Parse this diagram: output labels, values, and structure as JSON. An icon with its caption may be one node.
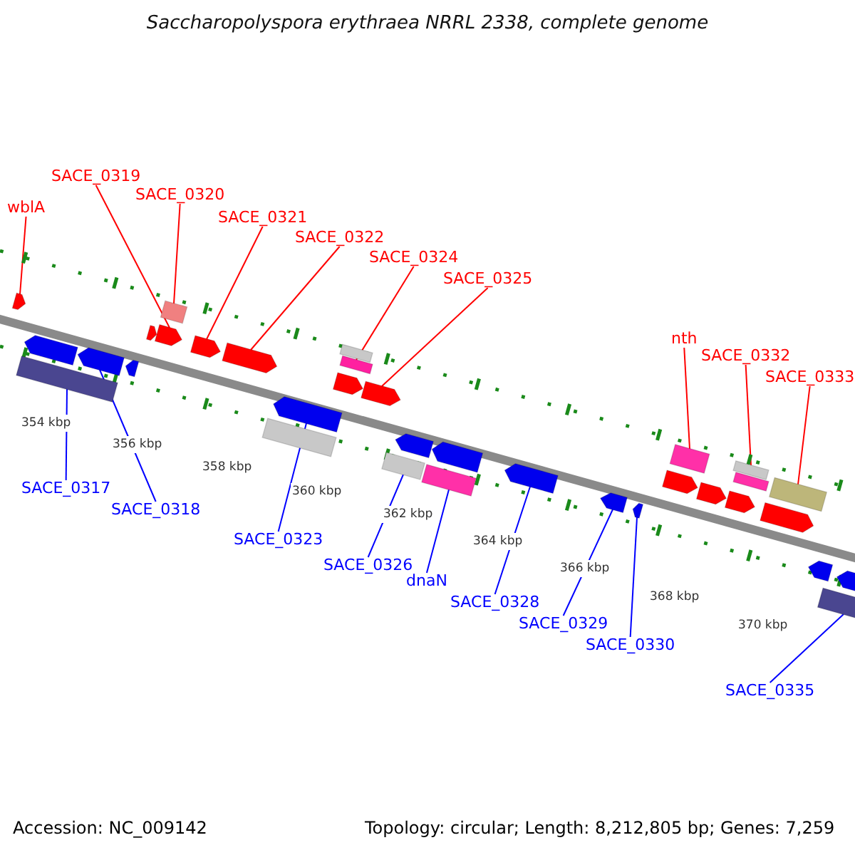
{
  "diagram": {
    "title": "Saccharopolyspora erythraea NRRL 2338, complete genome",
    "nodes": [
      {
        "text": [
          "wblA"
        ]
      },
      {
        "text": [
          "SACE_0319"
        ]
      },
      {
        "text": [
          "SACE_0320"
        ]
      },
      {
        "text": [
          "SACE_0321"
        ]
      },
      {
        "text": [
          "SACE_0322"
        ]
      },
      {
        "text": [
          "SACE_0324"
        ]
      },
      {
        "text": [
          "SACE_0325"
        ]
      },
      {
        "text": [
          "nth"
        ]
      },
      {
        "text": [
          "SACE_0332"
        ]
      },
      {
        "text": [
          "SACE_0333"
        ]
      },
      {
        "text": [
          "SACE_0317"
        ]
      },
      {
        "text": [
          "SACE_0318"
        ]
      },
      {
        "text": [
          "SACE_0323"
        ]
      },
      {
        "text": [
          "SACE_0326"
        ]
      },
      {
        "text": [
          "dnaN"
        ]
      },
      {
        "text": [
          "SACE_0328"
        ]
      },
      {
        "text": [
          "SACE_0329"
        ]
      },
      {
        "text": [
          "SACE_0330"
        ]
      },
      {
        "text": [
          "SACE_0335"
        ]
      },
      {
        "text": [],
        "shape": "arrow"
      },
      {
        "text": [],
        "shape": "arrow"
      },
      {
        "text": [],
        "shape": "bar"
      },
      {
        "text": [],
        "shape": "arrow"
      },
      {
        "text": [],
        "shape": "arrow"
      },
      {
        "text": [],
        "shape": "bar"
      },
      {
        "text": [],
        "shape": "arrow"
      },
      {
        "text": [],
        "shape": "bar"
      },
      {
        "text": [],
        "shape": "bar"
      },
      {
        "text": [],
        "shape": "bar"
      },
      {
        "text": [],
        "shape": "bar"
      },
      {
        "text": [],
        "shape": "arrow"
      },
      {
        "text": [],
        "shape": "arrow"
      },
      {
        "text": [],
        "shape": "bar"
      },
      {
        "text": [],
        "shape": "bar"
      },
      {
        "text": [],
        "shape": "arrow"
      },
      {
        "text": [],
        "shape": "arrow"
      },
      {
        "text": [],
        "shape": "arrow"
      },
      {
        "text": [],
        "shape": "bar"
      },
      {
        "text": [],
        "shape": "arrow"
      },
      {
        "text": [],
        "shape": "bar"
      },
      {
        "text": [],
        "shape": "arrow"
      },
      {
        "text": [],
        "shape": "arrow"
      },
      {
        "text": [],
        "shape": "arrow"
      },
      {
        "text": [],
        "shape": "arrow"
      },
      {
        "text": [],
        "shape": "bar"
      },
      {
        "text": [],
        "shape": "arrow"
      },
      {
        "text": [],
        "shape": "arrow"
      },
      {
        "text": [],
        "shape": "arrow"
      },
      {
        "text": [],
        "shape": "bar"
      },
      {
        "text": [],
        "shape": "arrow"
      },
      {
        "text": [],
        "shape": "arrow"
      },
      {
        "text": [],
        "shape": "arrow"
      },
      {
        "text": [],
        "shape": "arrow"
      }
    ],
    "edges": [
      {
        "from": 0,
        "to": 19,
        "arrow": "none"
      },
      {
        "from": 1,
        "to": 20,
        "arrow": "none"
      },
      {
        "from": 2,
        "to": 21,
        "arrow": "none"
      },
      {
        "from": 3,
        "to": 22,
        "arrow": "none"
      },
      {
        "from": 4,
        "to": 23,
        "arrow": "none"
      },
      {
        "from": 5,
        "to": 24,
        "arrow": "none"
      },
      {
        "from": 6,
        "to": 25,
        "arrow": "none"
      },
      {
        "from": 7,
        "to": 26,
        "arrow": "none"
      },
      {
        "from": 8,
        "to": 27,
        "arrow": "none"
      },
      {
        "from": 9,
        "to": 28,
        "arrow": "none"
      },
      {
        "from": 10,
        "to": 29,
        "arrow": "none",
        "color": "#0000ff"
      },
      {
        "from": 11,
        "to": 30,
        "arrow": "none",
        "color": "#0000ff"
      },
      {
        "from": 12,
        "to": 31,
        "arrow": "none",
        "color": "#0000ff"
      },
      {
        "from": 13,
        "to": 32,
        "arrow": "none",
        "color": "#0000ff"
      },
      {
        "from": 14,
        "to": 33,
        "arrow": "none",
        "color": "#0000ff"
      },
      {
        "from": 15,
        "to": 34,
        "arrow": "none",
        "color": "#0000ff"
      },
      {
        "from": 16,
        "to": 35,
        "arrow": "none",
        "color": "#0000ff"
      },
      {
        "from": 17,
        "to": 36,
        "arrow": "none",
        "color": "#0000ff"
      },
      {
        "from": 18,
        "to": 37,
        "arrow": "none",
        "color": "#0000ff"
      }
    ],
    "labels": [
      "354 kbp",
      "356 kbp",
      "358 kbp",
      "360 kbp",
      "362 kbp",
      "364 kbp",
      "366 kbp",
      "368 kbp",
      "370 kbp",
      "Accession: NC_009142",
      "Topology: circular; Length: 8,212,805 bp; Genes: 7,259"
    ]
  }
}
